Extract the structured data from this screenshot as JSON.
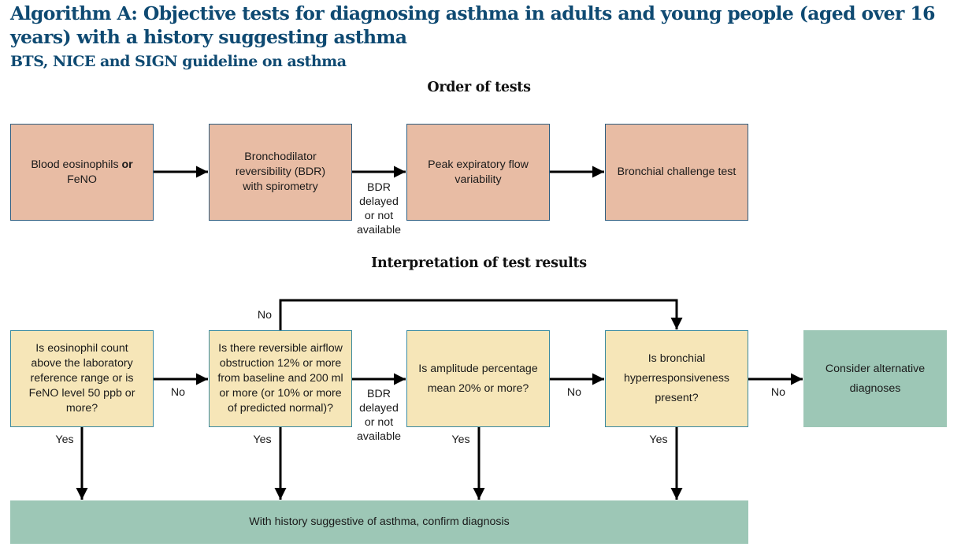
{
  "header": {
    "title": "Algorithm A: Objective tests for diagnosing asthma in adults and young people (aged over 16 years) with a history suggesting asthma",
    "subtitle": "BTS, NICE and SIGN guideline on asthma"
  },
  "order_of_tests": {
    "heading": "Order of tests",
    "steps": [
      {
        "label_prefix": "Blood eosinophils ",
        "label_bold": "or",
        "label_suffix": " FeNO"
      },
      {
        "label": "Bronchodilator reversibility (BDR) with spirometry"
      },
      {
        "label": "Peak expiratory flow variability"
      },
      {
        "label": "Bronchial challenge test"
      }
    ],
    "connector_labels": {
      "bdr_delayed": "BDR delayed or not available"
    }
  },
  "interpretation": {
    "heading": "Interpretation of test results",
    "questions": [
      {
        "label": "Is eosinophil count above the laboratory reference range or is FeNO level 50 ppb or more?"
      },
      {
        "label": "Is there reversible airflow obstruction 12% or more from baseline and 200 ml or more (or 10% or more of predicted normal)?"
      },
      {
        "label": "Is amplitude percentage mean 20% or more?"
      },
      {
        "label": "Is bronchial hyperresponsiveness present?"
      }
    ],
    "outcomes": {
      "alternative": "Consider alternative diagnoses",
      "confirm": "With history suggestive of asthma, confirm diagnosis"
    },
    "edge_labels": {
      "no_1": "No",
      "no_top": "No",
      "bdr_delayed": "BDR delayed or not available",
      "no_3": "No",
      "no_4": "No",
      "yes_1": "Yes",
      "yes_2": "Yes",
      "yes_3": "Yes",
      "yes_4": "Yes"
    }
  },
  "colors": {
    "title": "#0f4a72",
    "order_box_fill": "#e8bca4",
    "order_box_border": "#2d5d7f",
    "question_box_fill": "#f6e6b8",
    "question_box_border": "#3a8aa0",
    "outcome_box_fill": "#9dc7b6"
  }
}
